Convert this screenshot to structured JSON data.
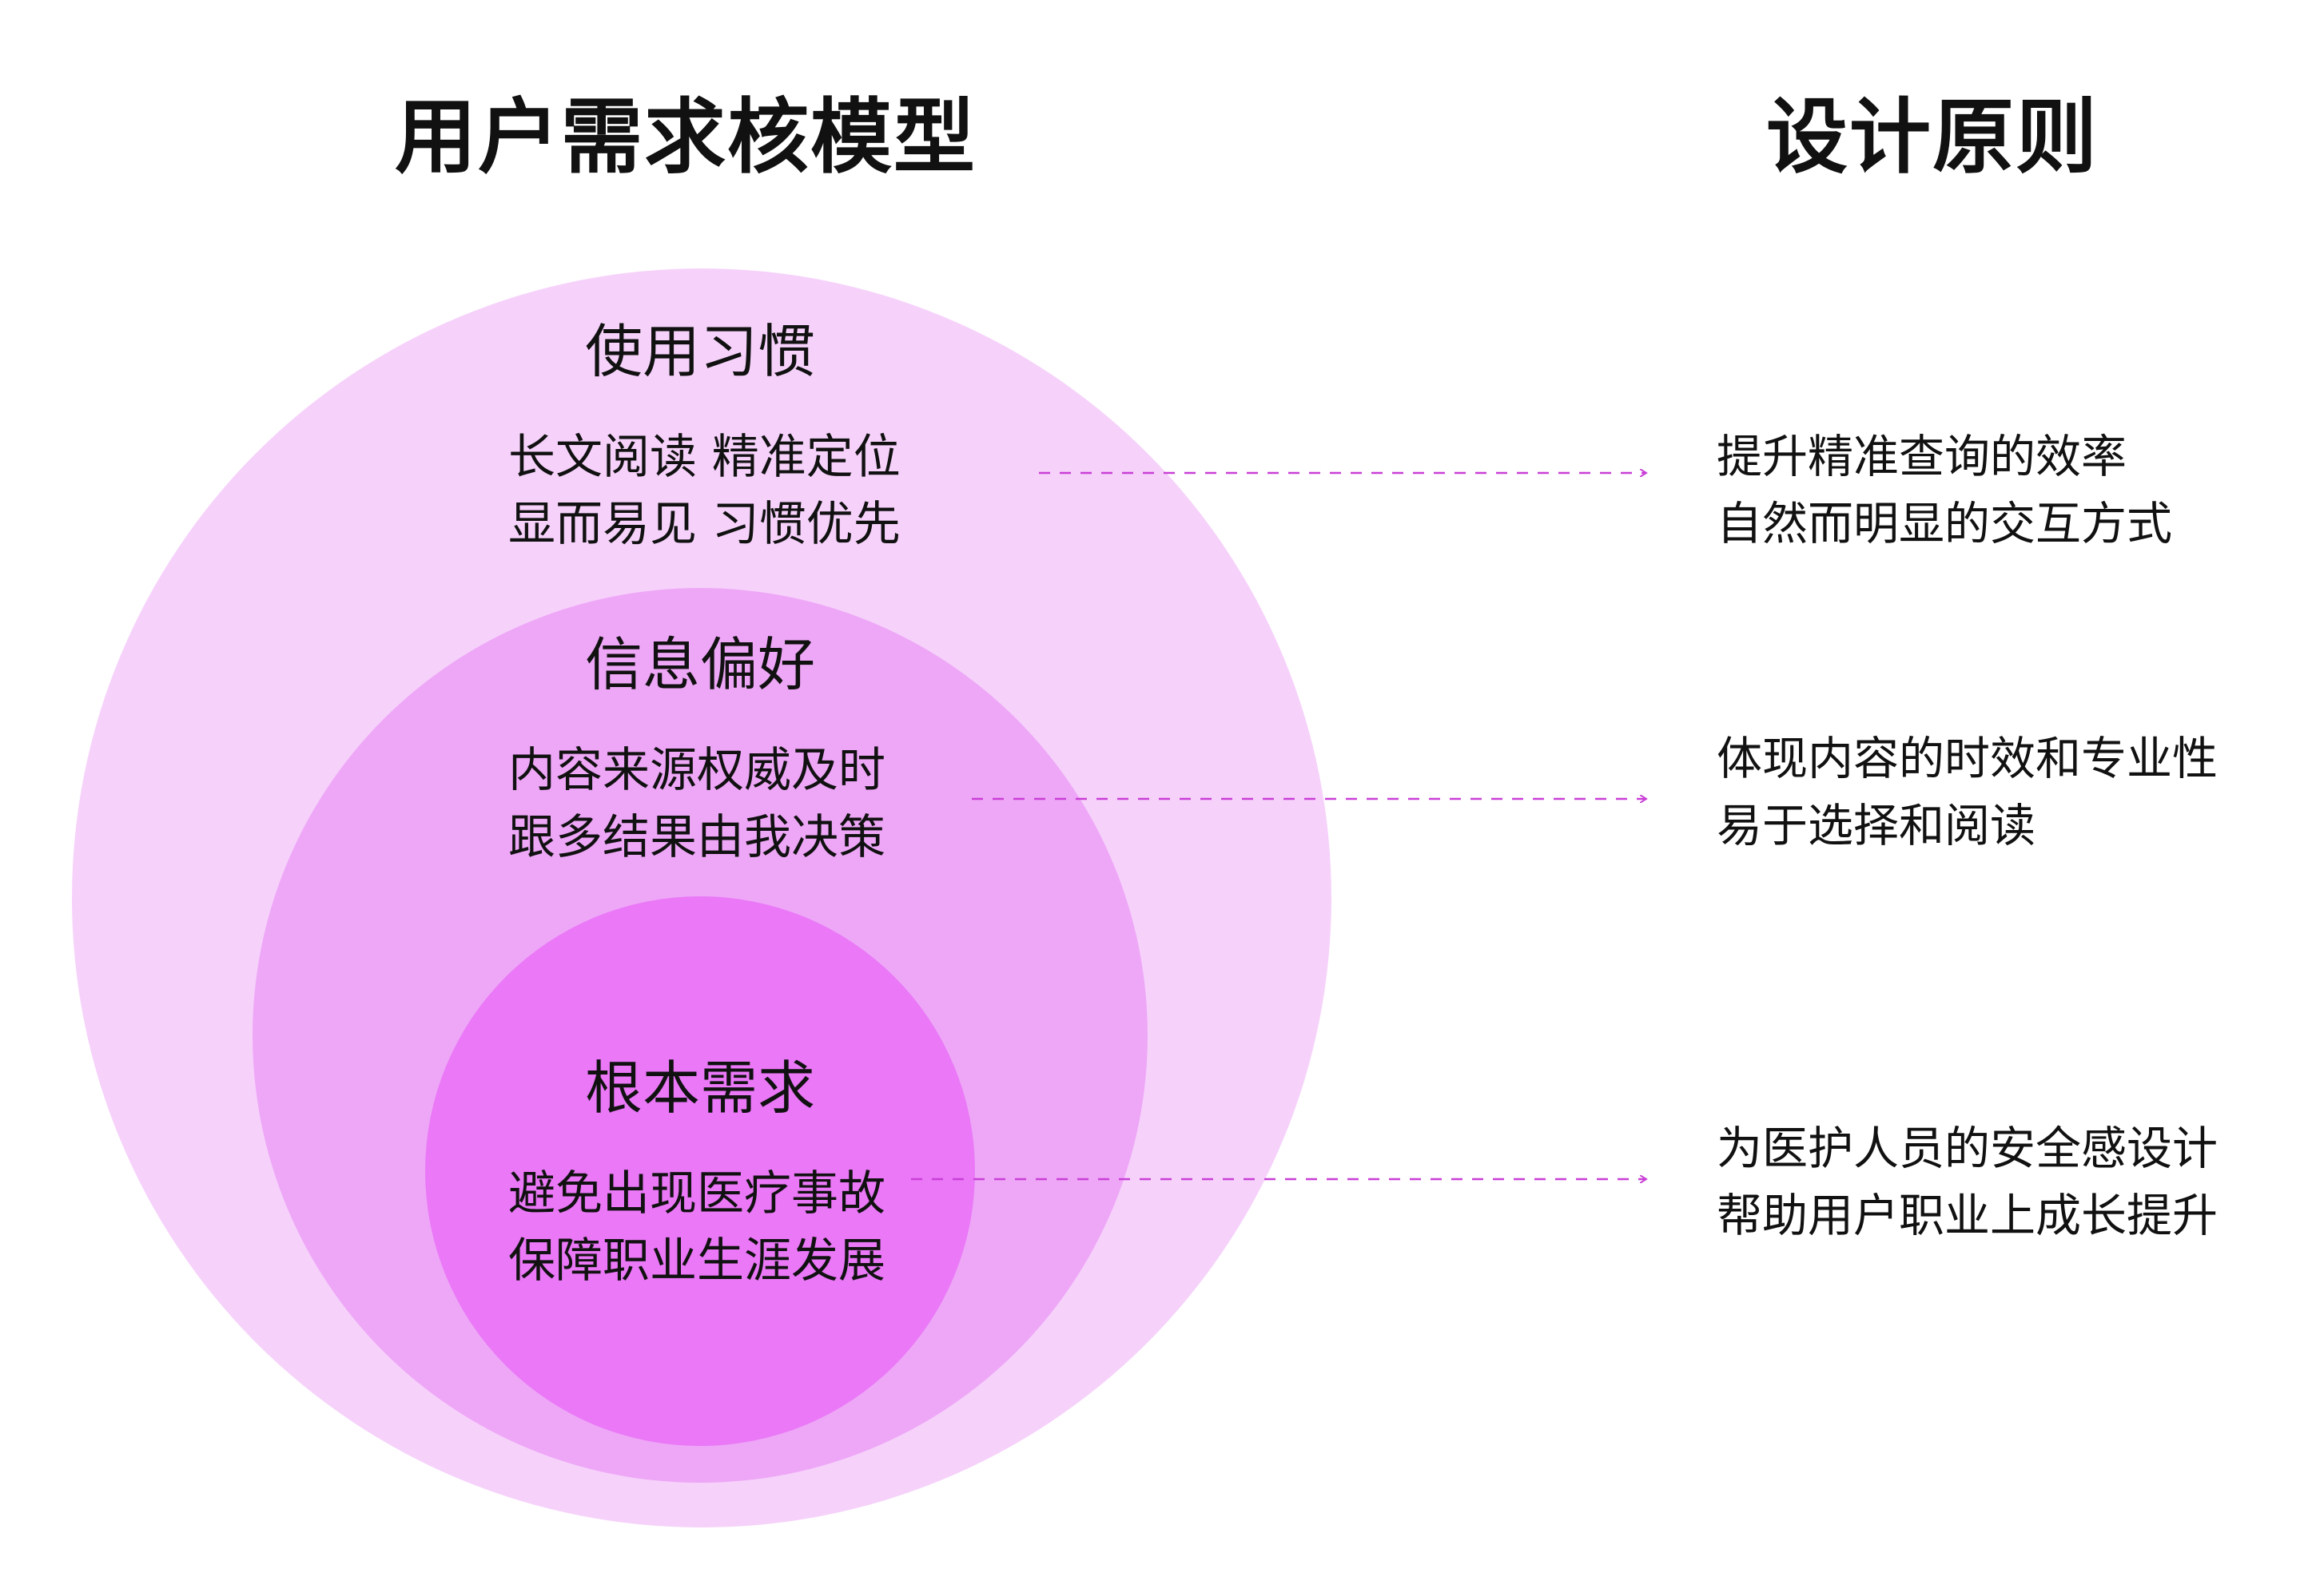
{
  "headings": {
    "left": "用户需求核模型",
    "right": "设计原则"
  },
  "colors": {
    "outer_circle": "#f6d2fb",
    "middle_circle": "#eea7f7",
    "inner_circle": "#ea78f7",
    "connector": "#c93fd6"
  },
  "layers": [
    {
      "title": "使用习惯",
      "lines": [
        "长文阅读 精准定位",
        "显而易见 习惯优先"
      ],
      "principles": [
        "提升精准查询的效率",
        "自然而明显的交互方式"
      ]
    },
    {
      "title": "信息偏好",
      "lines": [
        "内容来源权威及时",
        "跟多结果由我决策"
      ],
      "principles": [
        "体现内容的时效和专业性",
        "易于选择和阅读"
      ]
    },
    {
      "title": "根本需求",
      "lines": [
        "避免出现医疗事故",
        "保障职业生涯发展"
      ],
      "principles": [
        "为医护人员的安全感设计",
        "帮助用户职业上成长提升"
      ]
    }
  ]
}
